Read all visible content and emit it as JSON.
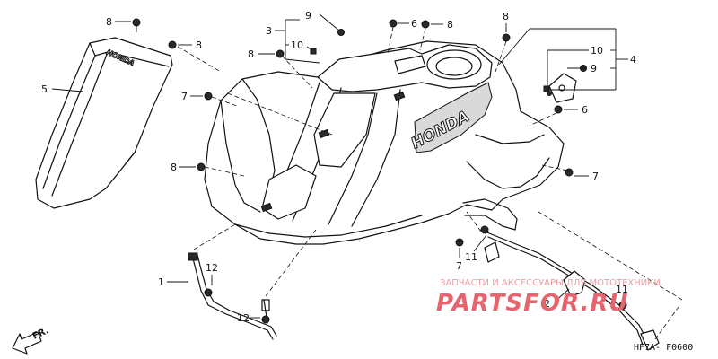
{
  "diagram": {
    "callouts": {
      "c1": "1",
      "c2": "2",
      "c3": "3",
      "c4": "4",
      "c5": "5",
      "c6a": "6",
      "c6b": "6",
      "c7a": "7",
      "c7b": "7",
      "c7c": "7",
      "c8a": "8",
      "c8b": "8",
      "c8c": "8",
      "c8d": "8",
      "c8e": "8",
      "c8f": "8",
      "c9a": "9",
      "c9b": "9",
      "c10a": "10",
      "c10b": "10",
      "c11a": "11",
      "c11b": "11",
      "c12a": "12",
      "c12b": "12"
    },
    "brand_fender": "HONDA",
    "brand_flap": "HONDA",
    "direction_label": "FR.",
    "diagram_code": "HF7A- F0600",
    "watermark_top": "ЗАПЧАСТИ И АКСЕССУАРЫ ДЛЯ МОТОТЕХНИКИ",
    "watermark_main": "PARTSFOR.RU"
  }
}
